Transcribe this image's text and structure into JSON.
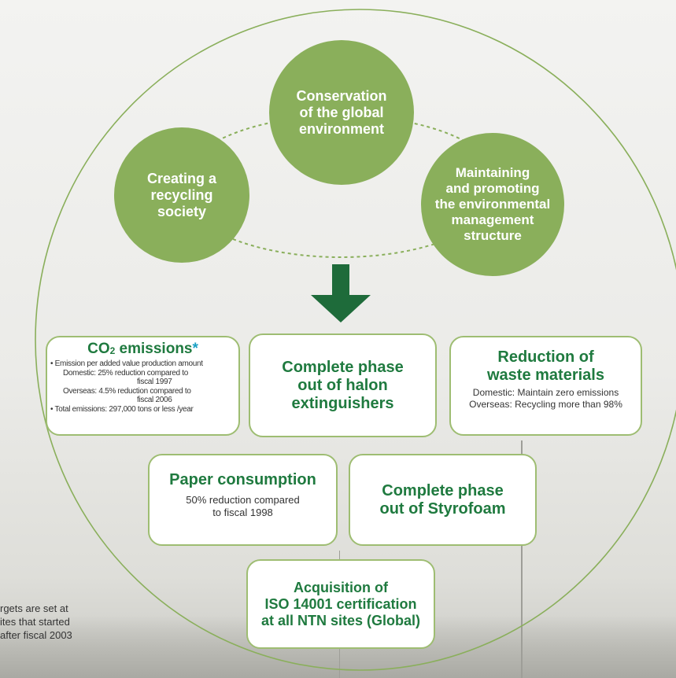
{
  "colors": {
    "node_green": "#8aaf5b",
    "arrow_green": "#1e6b3a",
    "title_green": "#1f7a3f",
    "box_border": "#9ebd72",
    "asterisk_blue": "#1aa0c4"
  },
  "nodes": {
    "top": "Conservation\nof the global\nenvironment",
    "left": "Creating a\nrecycling\nsociety",
    "right": "Maintaining\nand promoting\nthe environmental\nmanagement\nstructure"
  },
  "co2": {
    "title_main": "CO",
    "title_sub": "2",
    "title_rest": " emissions",
    "asterisk": "*",
    "line1": "• Emission per added value production amount",
    "line2": "Domestic: 25% reduction compared to",
    "line3": "fiscal 1997",
    "line4": "Overseas: 4.5% reduction compared to",
    "line5": "fiscal 2006",
    "line6": "• Total emissions: 297,000 tons or less /year"
  },
  "halon": {
    "title": "Complete phase\nout of halon\nextinguishers"
  },
  "waste": {
    "title": "Reduction of\nwaste materials",
    "body": "Domestic: Maintain zero emissions\nOverseas: Recycling more than 98%"
  },
  "paper": {
    "title": "Paper consumption",
    "body": "50% reduction compared\nto fiscal 1998"
  },
  "styrofoam": {
    "title": "Complete phase\nout of Styrofoam"
  },
  "iso": {
    "title": "Acquisition of\nISO 14001 certification\nat all NTN sites (Global)"
  },
  "footnote": "rgets are set at\nites that started\nafter fiscal 2003"
}
